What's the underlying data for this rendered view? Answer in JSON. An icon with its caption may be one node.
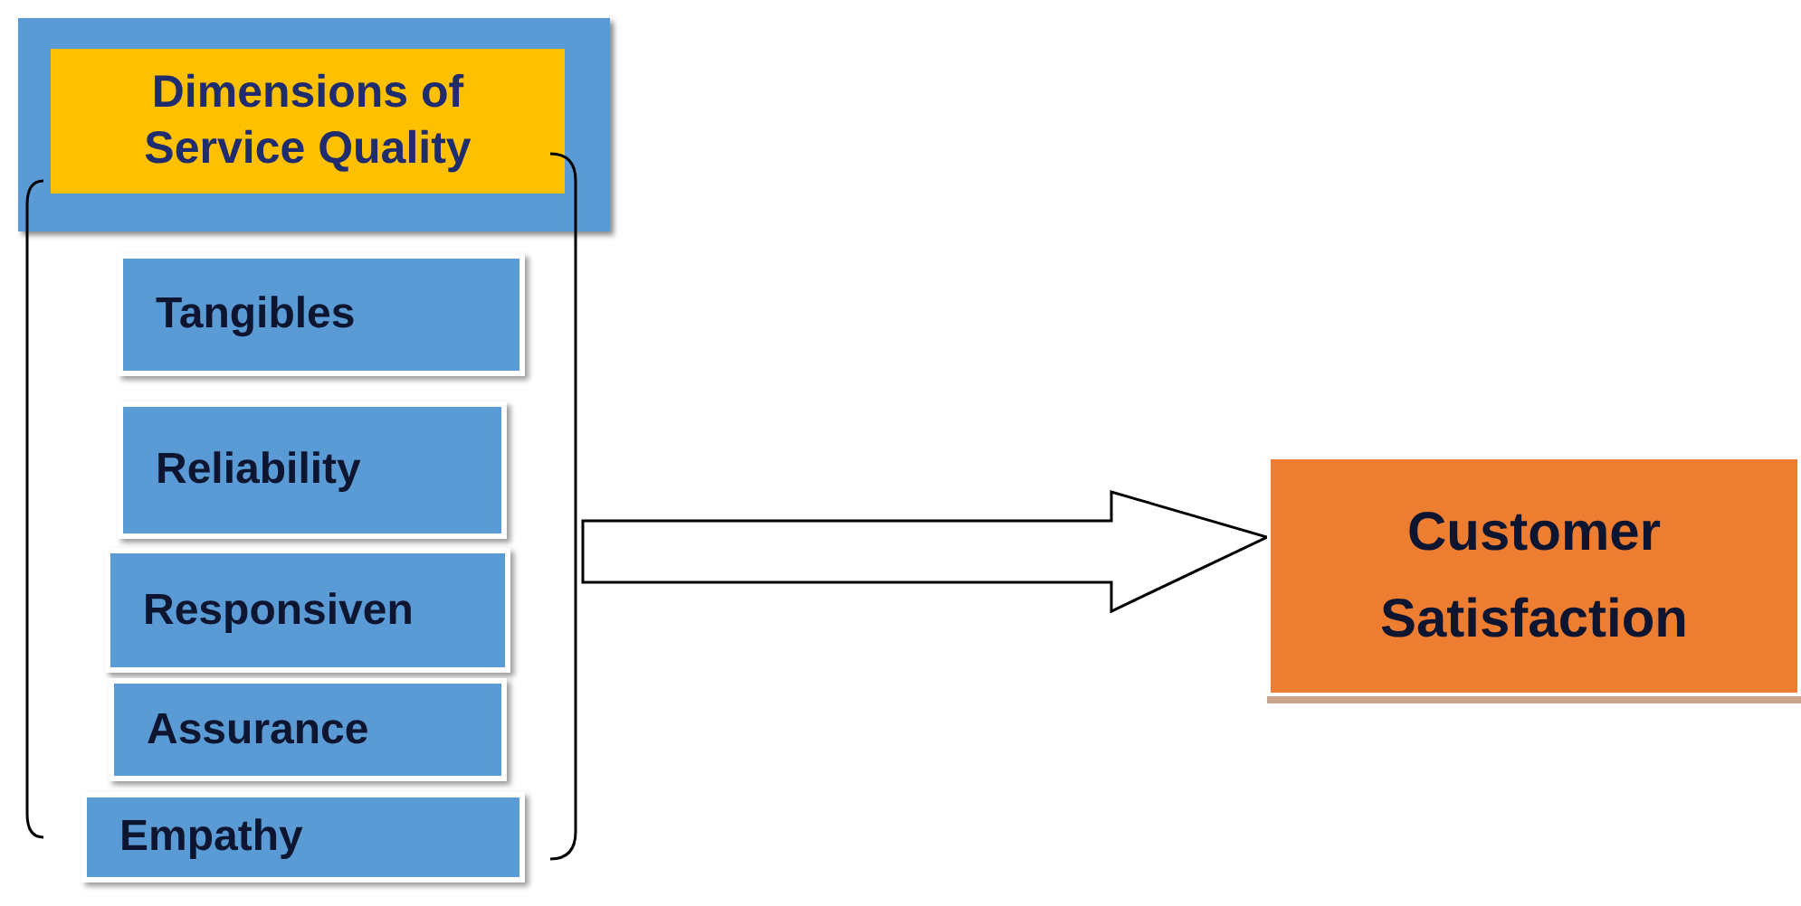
{
  "diagram": {
    "nodes": [
      {
        "text": [
          "Dimensions of Service Quality"
        ]
      },
      {
        "text": [],
        "shape": "bracket"
      },
      {
        "text": [
          "Tangibles"
        ],
        "in": 1
      },
      {
        "text": [
          "Reliability"
        ],
        "in": 1
      },
      {
        "text": [
          "Responsiven"
        ],
        "in": 1
      },
      {
        "text": [
          "Assurance"
        ],
        "in": 1
      },
      {
        "text": [
          "Empathy"
        ],
        "in": 1
      },
      {
        "text": [
          "Customer Satisfaction"
        ]
      }
    ],
    "edges": [
      {
        "from": 1,
        "to": 7,
        "arrow": "to",
        "style": "thick"
      }
    ]
  }
}
